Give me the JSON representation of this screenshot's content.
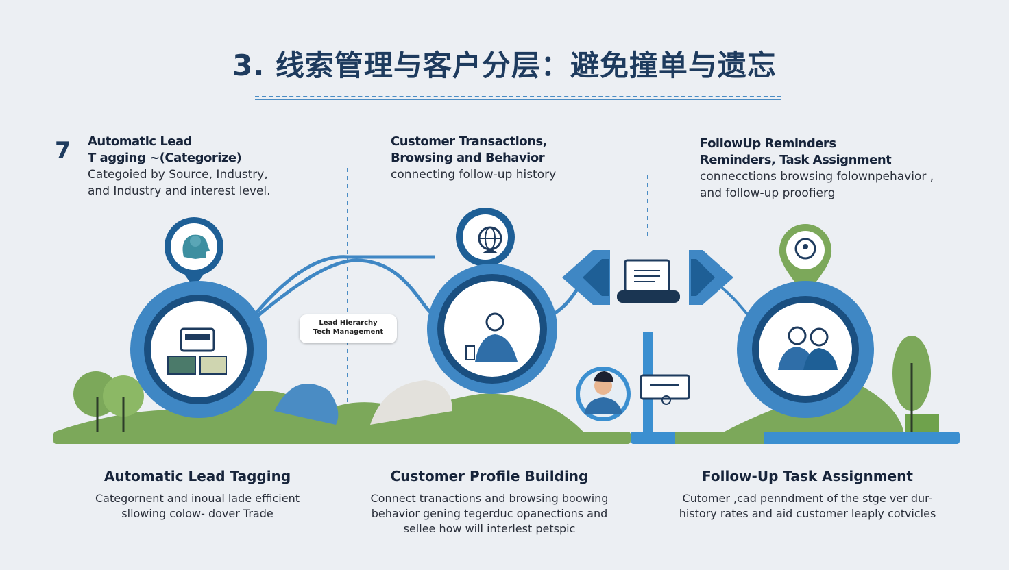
{
  "title": "3. 线索管理与客户分层：避免撞单与遗忘",
  "step_number": "7",
  "top": {
    "left": {
      "heading_line1": "Automatic Lead",
      "heading_line2": "T agging ~(Categorize)",
      "text_line1": "Categoied by Source, Industry,",
      "text_line2": "and Industry and interest level."
    },
    "center": {
      "heading_line1": "Customer Transactions,",
      "heading_line2": "Browsing and Behavior",
      "text_line1": "connecting follow-up history"
    },
    "right": {
      "heading_line1": "FollowUp Reminders",
      "heading_line2": "Reminders, Task Assignment",
      "text_line1": "connecctions browsing folownpehavior ,",
      "text_line2": "and follow-up proofierg"
    }
  },
  "bubble": {
    "line1": "Lead Hierarchy",
    "line2": "Tech Management"
  },
  "captions": [
    {
      "title": "Automatic Lead Tagging",
      "line1": "Categornent and inoual lade efficient",
      "line2": "sllowing colow- dover Trade"
    },
    {
      "title": "Customer Profile Building",
      "line1": "Connect tranactions and browsing boowing",
      "line2": "behavior gening tegerduc opanections and",
      "line3": "sellee how will interlest petspic"
    },
    {
      "title": "Follow-Up Task Assignment",
      "line1": "Cutomer ,cad penndment of the stge ver dur-",
      "line2": "history rates and aid customer leaply cotvicles"
    }
  ],
  "icons": {
    "left_top": "brain-head-icon",
    "left_main": "tag-hierarchy-icon",
    "center_top": "globe-icon",
    "center_main": "customer-profile-icon",
    "laptop": "laptop-icon",
    "right_pin": "location-pin-icon",
    "right_main": "team-icon",
    "avatar": "person-avatar-icon",
    "sign": "signpost-icon"
  },
  "colors": {
    "dark_blue": "#1e5f96",
    "mid_blue": "#3f87c4",
    "light_blue": "#5a9fd8",
    "green": "#7ca85a",
    "ground_blue": "#3b8fd0"
  }
}
